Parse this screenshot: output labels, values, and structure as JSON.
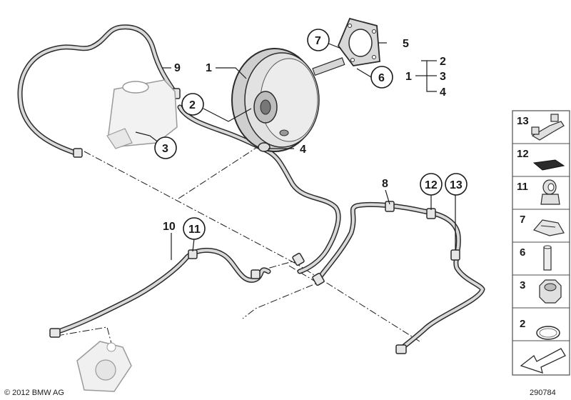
{
  "diagram": {
    "copyright": "© 2012 BMW AG",
    "diagram_number": "290784",
    "callouts": {
      "c1": "1",
      "c2": "2",
      "c3": "3",
      "c4": "4",
      "c5": "5",
      "c6": "6",
      "c7": "7",
      "c8": "8",
      "c9": "9",
      "c10": "10",
      "c11": "11",
      "c12": "12",
      "c13": "13"
    },
    "group": {
      "parent": "1",
      "children": [
        "2",
        "3",
        "4"
      ]
    },
    "legend": [
      "13",
      "12",
      "11",
      "7",
      "6",
      "3",
      "2"
    ],
    "colors": {
      "line": "#1a1a1a",
      "part_fill": "#e6e6e6",
      "legend_border": "#4d4d4d"
    }
  }
}
